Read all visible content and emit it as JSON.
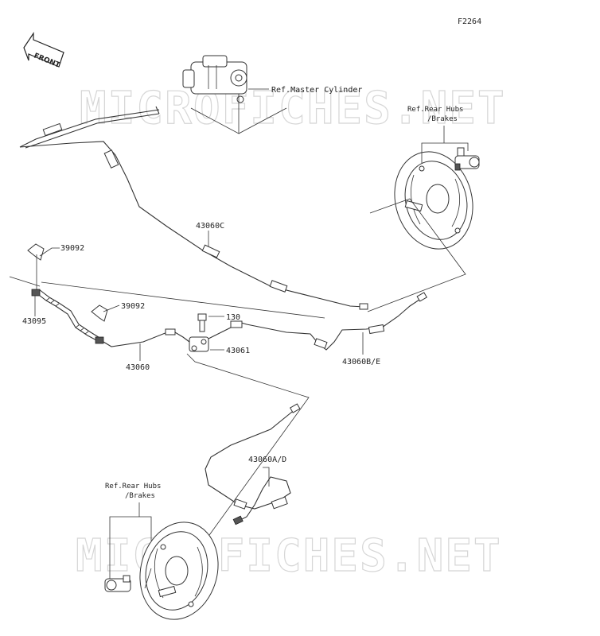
{
  "figure_code": "F2264",
  "front_label": "FRONT",
  "watermark": "MICROFICHES.NET",
  "refs": {
    "master_cylinder": "Ref.Master Cylinder",
    "rear_hubs_line1": "Ref.Rear Hubs",
    "rear_hubs_line2": "/Brakes"
  },
  "parts": {
    "p43060c": "43060C",
    "p39092_top": "39092",
    "p43095": "43095",
    "p39092_mid": "39092",
    "p130": "130",
    "p43061": "43061",
    "p43060": "43060",
    "p43060be": "43060B/E",
    "p43060ad": "43060A/D"
  }
}
